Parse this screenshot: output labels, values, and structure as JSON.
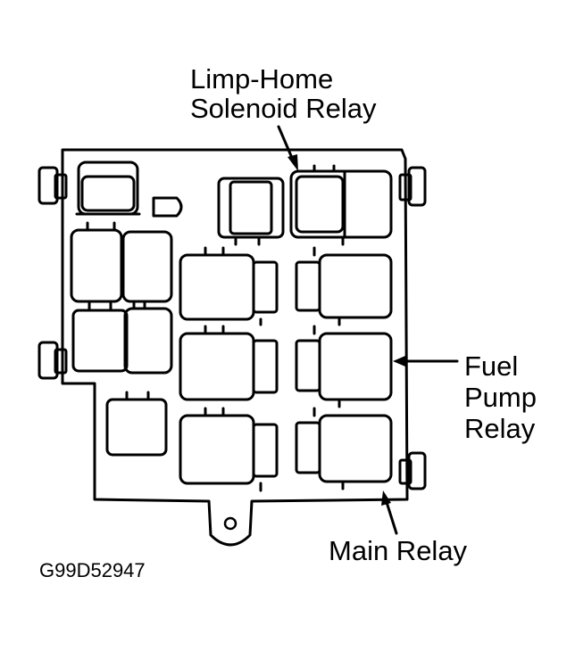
{
  "labels": {
    "limp_home_line1": "Limp-Home",
    "limp_home_line2": "Solenoid Relay",
    "fuel_line1": "Fuel",
    "fuel_line2": "Pump",
    "fuel_line3": "Relay",
    "main_relay": "Main Relay"
  },
  "figure_code": "G99D52947",
  "colors": {
    "ink": "#000000",
    "paper": "#ffffff"
  }
}
